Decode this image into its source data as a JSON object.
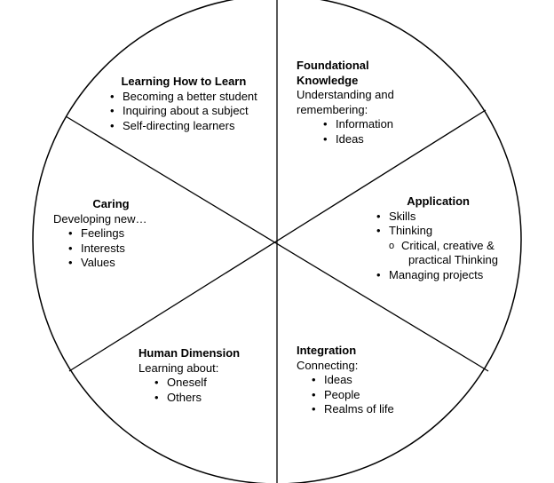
{
  "segments": {
    "learning_how_to_learn": {
      "title": "Learning How to Learn",
      "items": [
        "Becoming a better student",
        "Inquiring about a subject",
        "Self-directing learners"
      ]
    },
    "foundational_knowledge": {
      "title_line1": "Foundational",
      "title_line2": "Knowledge",
      "subtitle_line1": "Understanding and",
      "subtitle_line2": "remembering:",
      "items": [
        "Information",
        "Ideas"
      ]
    },
    "application": {
      "title": "Application",
      "items": [
        "Skills",
        "Thinking"
      ],
      "subitem_line1": "Critical, creative &",
      "subitem_line2": "practical Thinking",
      "last_item": "Managing projects"
    },
    "caring": {
      "title": "Caring",
      "subtitle": "Developing new…",
      "items": [
        "Feelings",
        "Interests",
        "Values"
      ]
    },
    "human_dimension": {
      "title": "Human Dimension",
      "subtitle": "Learning about:",
      "items": [
        "Oneself",
        "Others"
      ]
    },
    "integration": {
      "title": "Integration",
      "subtitle": "Connecting:",
      "items": [
        "Ideas",
        "People",
        "Realms of life"
      ]
    }
  }
}
